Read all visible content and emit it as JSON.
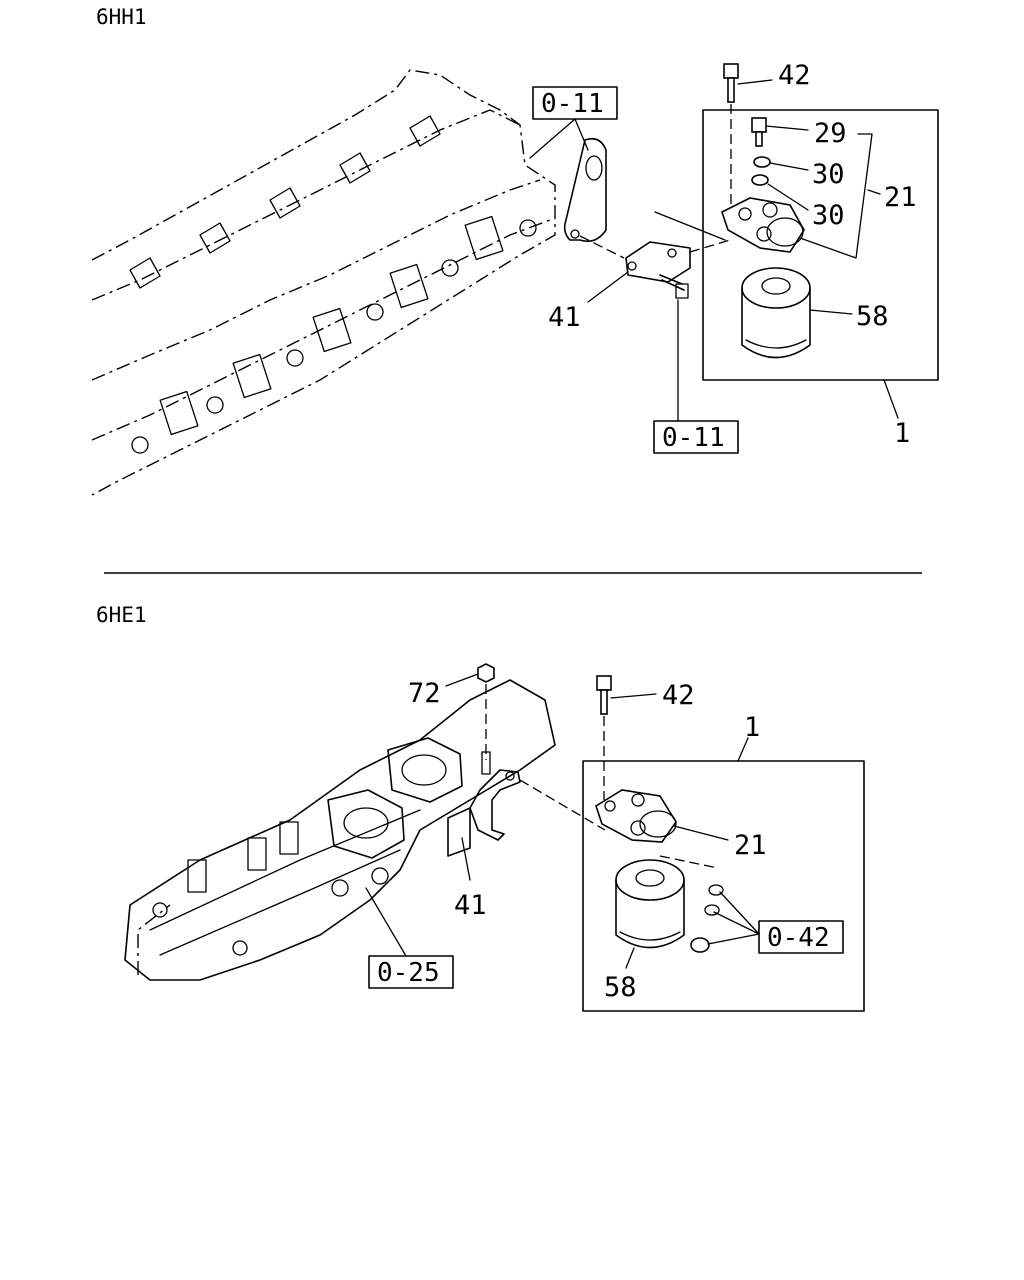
{
  "sections": [
    {
      "title": "6HH1",
      "callouts": {
        "bolt_top": "42",
        "bolt_small": "29",
        "washer_1": "30",
        "washer_2": "30",
        "head_group": "21",
        "filter": "58",
        "bracket": "41",
        "assembly": "1"
      },
      "refs": {
        "ref_top": "0-11",
        "ref_bottom": "0-11"
      }
    },
    {
      "title": "6HE1",
      "callouts": {
        "nut": "72",
        "bolt_top": "42",
        "assembly": "1",
        "head": "21",
        "bracket": "41",
        "filter": "58"
      },
      "refs": {
        "ref_manifold": "0-25",
        "ref_fittings": "0-42"
      }
    }
  ]
}
